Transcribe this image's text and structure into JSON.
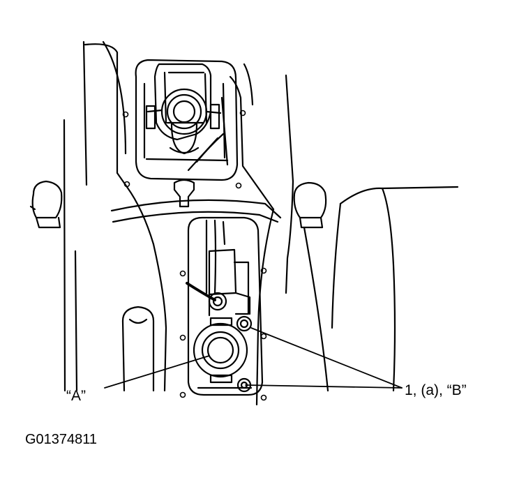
{
  "figure": {
    "id": "G01374811",
    "callouts": {
      "a": "“A”",
      "b": "1, (a), “B”"
    }
  },
  "colors": {
    "ink": "#000000",
    "paper": "#ffffff"
  }
}
